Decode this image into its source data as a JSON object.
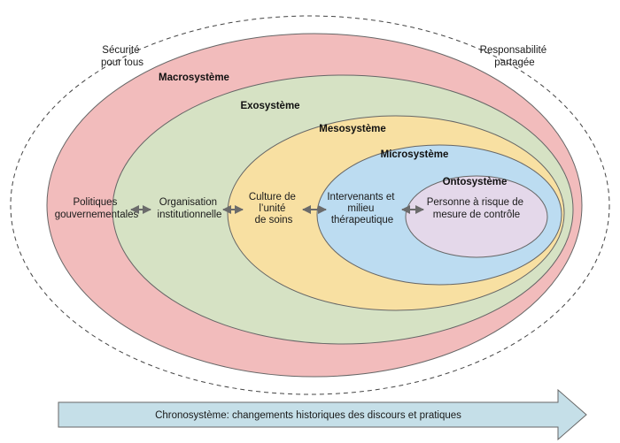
{
  "corner_labels": {
    "left": [
      "Sécurité",
      "pour tous"
    ],
    "right": [
      "Responsabilité",
      "partagée"
    ]
  },
  "systems": [
    {
      "title": "Macrosystème",
      "label": [
        "Politiques",
        "gouvernementales"
      ],
      "fill": "#f2bcbc"
    },
    {
      "title": "Exosystème",
      "label": [
        "Organisation",
        "institutionnelle"
      ],
      "fill": "#d6e2c4"
    },
    {
      "title": "Mesosystème",
      "label": [
        "Culture de",
        "l’unité",
        "de soins"
      ],
      "fill": "#f8e0a2"
    },
    {
      "title": "Microsystème",
      "label": [
        "Intervenants et",
        "milieu",
        "thérapeutique"
      ],
      "fill": "#bcdcf1"
    },
    {
      "title": "Ontosystème",
      "label": [
        "Personne à risque de",
        "mesure de contrôle"
      ],
      "fill": "#e4d8ea"
    }
  ],
  "chronosystem": {
    "label": "Chronosystème: changements historiques des discours et pratiques",
    "fill": "#c5dfe8"
  }
}
